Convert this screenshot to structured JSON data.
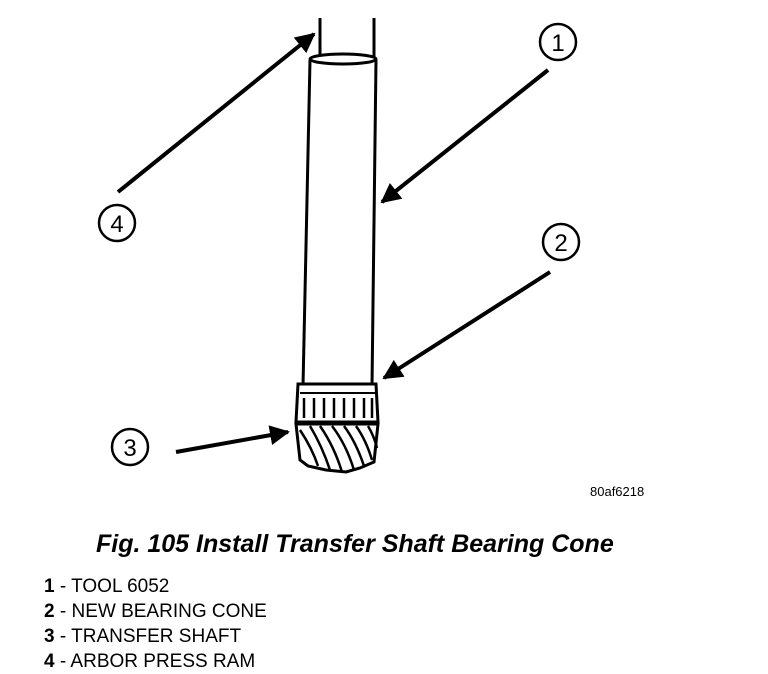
{
  "figure_code": "80af6218",
  "caption": "Fig. 105 Install Transfer Shaft Bearing Cone",
  "callouts": [
    "1",
    "2",
    "3",
    "4"
  ],
  "legend": [
    {
      "num": "1",
      "sep": " - ",
      "text": "TOOL 6052"
    },
    {
      "num": "2",
      "sep": " - ",
      "text": "NEW BEARING CONE"
    },
    {
      "num": "3",
      "sep": " - ",
      "text": "TRANSFER SHAFT"
    },
    {
      "num": "4",
      "sep": " - ",
      "text": "ARBOR PRESS RAM"
    }
  ]
}
